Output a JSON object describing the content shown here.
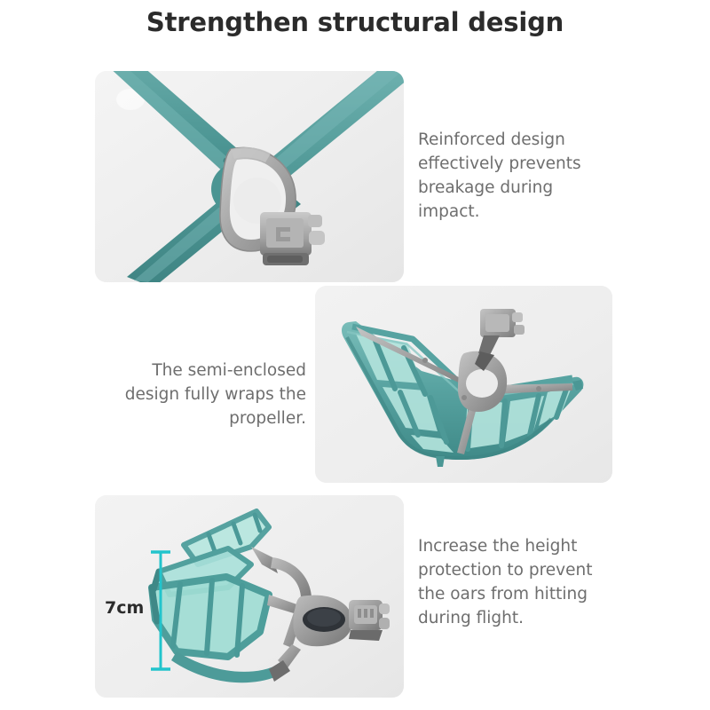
{
  "page": {
    "title": "Strengthen structural design",
    "background_color": "#ffffff",
    "title_color": "#2b2b2b",
    "caption_color": "#6e6e6e",
    "panel_background_color": "#efefef"
  },
  "product_colors": {
    "teal_frame": "#4f9a99",
    "teal_frame_dark": "#3d7e7d",
    "teal_frame_light": "#6cb0ae",
    "mint_panel": "#a8e0d8",
    "mint_panel_light": "#bfe9e2",
    "gray_clamp": "#a6a6a6",
    "gray_clamp_dark": "#7d7d7d",
    "gray_clamp_light": "#c3c3c3",
    "accent_cyan": "#22c4cc"
  },
  "panels": [
    {
      "id": "panel-one",
      "image_name": "propeller-guard-crossbar-clamp-photo",
      "description": "Close-up of teal cross-shaped propeller guard arms joined by a gray ring clamp"
    },
    {
      "id": "panel-two",
      "image_name": "propeller-guard-semi-enclosed-cage-photo",
      "description": "Crescent shaped semi-enclosed guard cage with translucent mint panels and gray center hub"
    },
    {
      "id": "panel-three",
      "image_name": "propeller-guard-height-side-view-photo",
      "description": "Angled side view of the guard showing vertical height with gray mounting clamp"
    }
  ],
  "captions": [
    {
      "id": "caption-one",
      "text": "Reinforced design effectively prevents breakage during impact.",
      "align": "left"
    },
    {
      "id": "caption-two",
      "text": "The semi-enclosed design fully wraps the propeller.",
      "align": "right"
    },
    {
      "id": "caption-three",
      "text": "Increase the height protection to prevent the oars from hitting during flight.",
      "align": "left"
    }
  ],
  "dimension": {
    "label": "7cm",
    "color": "#22c4cc"
  }
}
